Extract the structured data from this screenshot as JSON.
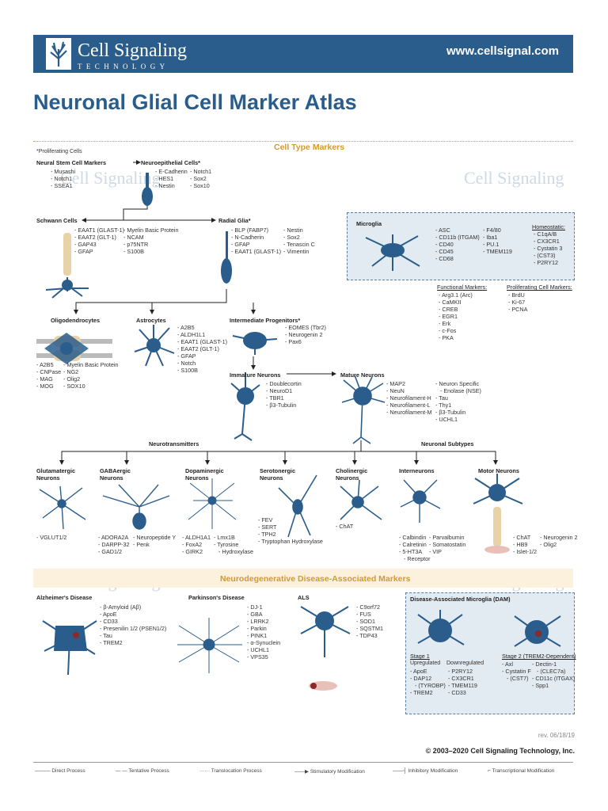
{
  "brand": {
    "title": "Cell Signaling",
    "subtitle": "TECHNOLOGY",
    "url": "www.cellsignal.com"
  },
  "page_title": "Neuronal Glial Cell Marker Atlas",
  "proliferating_note": "*Proliferating Cells",
  "section_cell_types": "Cell Type Markers",
  "section_disease": "Neurodegenerative Disease-Associated Markers",
  "neural_stem": {
    "label": "Neural Stem Cell Markers",
    "markers": [
      "Musashi",
      "Notch1",
      "SSEA1"
    ]
  },
  "neuroepithelial": {
    "label": "Neuroepithelial Cells*",
    "markers_a": [
      "E-Cadherin",
      "HES1",
      "Nestin"
    ],
    "markers_b": [
      "Notch1",
      "Sox2",
      "Sox10"
    ]
  },
  "schwann": {
    "label": "Schwann Cells",
    "markers_a": [
      "EAAT1 (GLAST-1)",
      "EAAT2 (GLT-1)",
      "GAP43",
      "GFAP"
    ],
    "markers_b": [
      "Myelin Basic Protein",
      "NCAM",
      "p75NTR",
      "S100B"
    ]
  },
  "radial_glia": {
    "label": "Radial Glia*",
    "markers_a": [
      "BLP (FABP7)",
      "N-Cadherin",
      "GFAP",
      "EAAT1 (GLAST-1)"
    ],
    "markers_b": [
      "Nestin",
      "Sox2",
      "Tenascin C",
      "Vimentin"
    ]
  },
  "microglia": {
    "label": "Microglia",
    "markers_a": [
      "ASC",
      "CD11b (ITGAM)",
      "CD40",
      "CD45",
      "CD68"
    ],
    "markers_b": [
      "F4/80",
      "Iba1",
      "PU.1",
      "TMEM119"
    ],
    "homeostatic_head": "Homeostatic:",
    "homeostatic": [
      "C1qA/B",
      "CX3CR1",
      "Cystatin 3",
      "(CST3)",
      "P2RY12"
    ]
  },
  "functional": {
    "head": "Functional Markers:",
    "items": [
      "Arg3.1 (Arc)",
      "CaMKII",
      "CREB",
      "EGR1",
      "Erk",
      "c-Fos",
      "PKA"
    ]
  },
  "proliferating": {
    "head": "Proliferating Cell Markers:",
    "items": [
      "BrdU",
      "Ki-67",
      "PCNA"
    ]
  },
  "oligodendrocytes": {
    "label": "Oligodendrocytes",
    "markers_a": [
      "A2B5",
      "CNPase",
      "MAG",
      "MOG"
    ],
    "markers_b": [
      "Myelin Basic Protein",
      "NG2",
      "Olig2",
      "SOX10"
    ]
  },
  "astrocytes": {
    "label": "Astrocytes",
    "markers": [
      "A2B5",
      "ALDH1L1",
      "EAAT1 (GLAST-1)",
      "EAAT2 (GLT-1)",
      "GFAP",
      "Notch",
      "S100B"
    ]
  },
  "intermediate": {
    "label": "Intermediate Progenitors*",
    "markers": [
      "EOMES (Tbr2)",
      "Neurogenin 2",
      "Pax6"
    ]
  },
  "immature": {
    "label": "Immature Neurons",
    "markers": [
      "Doublecortin",
      "NeuroD1",
      "TBR1",
      "β3-Tubulin"
    ]
  },
  "mature": {
    "label": "Mature Neurons",
    "markers_a": [
      "MAP2",
      "NeuN",
      "Neurofilament-H",
      "Neurofilament-L",
      "Neurofilament-M"
    ],
    "markers_b": [
      "Neuron Specific",
      "Enolase (NSE)",
      "Tau",
      "Thy1",
      "β3-Tubulin",
      "UCHL1"
    ]
  },
  "neurotransmitters_label": "Neurotransmitters",
  "subtypes_label": "Neuronal Subtypes",
  "glutamatergic": {
    "label": "Glutamatergic",
    "label2": "Neurons",
    "markers": [
      "VGLUT1/2"
    ]
  },
  "gabaergic": {
    "label": "GABAergic",
    "label2": "Neurons",
    "markers_a": [
      "ADORA2A",
      "DARPP-32",
      "GAD1/2"
    ],
    "markers_b": [
      "Neuropeptide Y",
      "Penk"
    ]
  },
  "dopaminergic": {
    "label": "Dopaminergic",
    "label2": "Neurons",
    "markers_a": [
      "ALDH1A1",
      "FoxA2",
      "GIRK2"
    ],
    "markers_b": [
      "Lmx1B",
      "Tyrosine",
      "Hydroxylase"
    ]
  },
  "serotonergic": {
    "label": "Serotonergic",
    "label2": "Neurons",
    "markers": [
      "FEV",
      "SERT",
      "TPH2",
      "Tryptophan Hydroxylase"
    ]
  },
  "cholinergic": {
    "label": "Cholinergic",
    "label2": "Neurons",
    "markers": [
      "ChAT"
    ]
  },
  "interneurons": {
    "label": "Interneurons",
    "markers_a": [
      "Calbindin",
      "Calretinin",
      "5-HT3A",
      "Receptor"
    ],
    "markers_b": [
      "Parvalbumin",
      "Somatostatin",
      "VIP"
    ]
  },
  "motor": {
    "label": "Motor Neurons",
    "markers_a": [
      "ChAT",
      "HB9",
      "Islet-1/2"
    ],
    "markers_b": [
      "Neurogenin 2",
      "Olig2"
    ]
  },
  "alzheimers": {
    "label": "Alzheimer's Disease",
    "markers": [
      "β-Amyloid (Aβ)",
      "ApoE",
      "CD33",
      "Presenilin 1/2 (PSEN1/2)",
      "Tau",
      "TREM2"
    ]
  },
  "parkinsons": {
    "label": "Parkinson's Disease",
    "markers": [
      "DJ-1",
      "GBA",
      "LRRK2",
      "Parkin",
      "PINK1",
      "α-Synuclein",
      "UCHL1",
      "VPS35"
    ]
  },
  "als": {
    "label": "ALS",
    "markers": [
      "C9orf72",
      "FUS",
      "SOD1",
      "SQSTM1",
      "TDP43"
    ]
  },
  "dam": {
    "label": "Disease-Associated Microglia (DAM)",
    "stage1": "Stage 1",
    "stage2": "Stage 2 (TREM2-Dependent)",
    "up_head": "Upregulated",
    "up": [
      "ApoE",
      "DAP12",
      "(TYROBP)",
      "TREM2"
    ],
    "down_head": "Downregulated",
    "down": [
      "P2RY12",
      "CX3CR1",
      "TMEM119",
      "CD33"
    ],
    "s2a": [
      "Axl",
      "Cystatin F",
      "(CST7)"
    ],
    "s2b": [
      "Dectin-1",
      "(CLEC7a)",
      "CD11c (ITGAX)",
      "Spp1"
    ]
  },
  "rev": "rev. 06/18/19",
  "copyright": "© 2003–2020 Cell Signaling Technology, Inc.",
  "legend": [
    "Direct Process",
    "Tentative Process",
    "Translocation Process",
    "Stimulatory Modification",
    "Inhibitory Modification",
    "Transcriptional Modification"
  ],
  "colors": {
    "brand": "#2a5d8c",
    "accent": "#d39a2c",
    "panel": "#e3ebf2"
  }
}
